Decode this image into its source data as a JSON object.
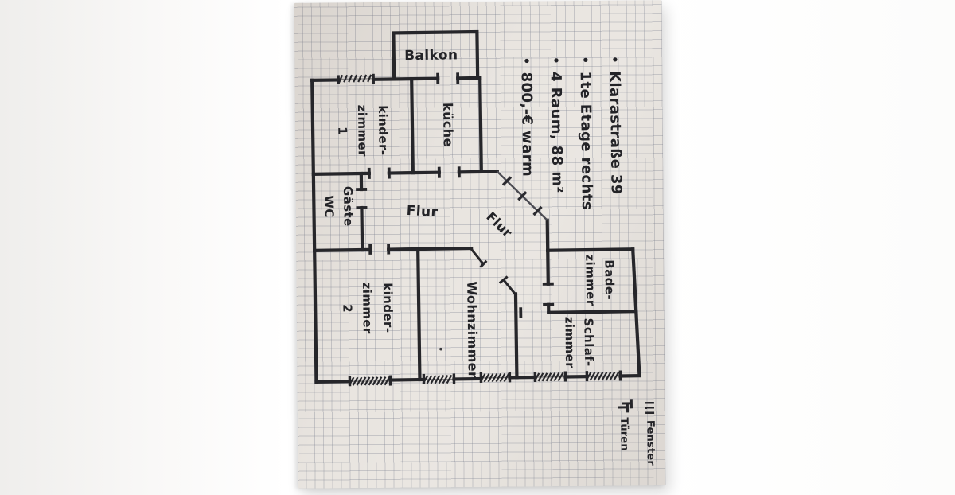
{
  "notes": {
    "bullet": "•",
    "lines": [
      "Klarastraße 39",
      "1te Etage rechts",
      "4 Raum, 88 m²",
      "800,-€ warm"
    ]
  },
  "rooms": {
    "balkon": "Balkon",
    "kueche": "küche",
    "kinderzimmer_1": "kinder-\nzimmer\n1",
    "gaeste_wc": "Gäste\nWC",
    "flur": "Flur",
    "flur_2": "Flur",
    "wohnzimmer": "Wohnzimmer",
    "kinderzimmer_2": "kinder-\nzimmer\n2",
    "badezimmer": "Bade-\nzimmer",
    "schlafzimmer": "Schlaf-\nzimmer"
  },
  "legend": {
    "fenster": "Fenster",
    "tueren": "Türen"
  },
  "colors": {
    "ink": "#26262a",
    "paper": "#e9e5e0",
    "grid_line": "#7c8190",
    "photo_background": "#ffffff"
  }
}
